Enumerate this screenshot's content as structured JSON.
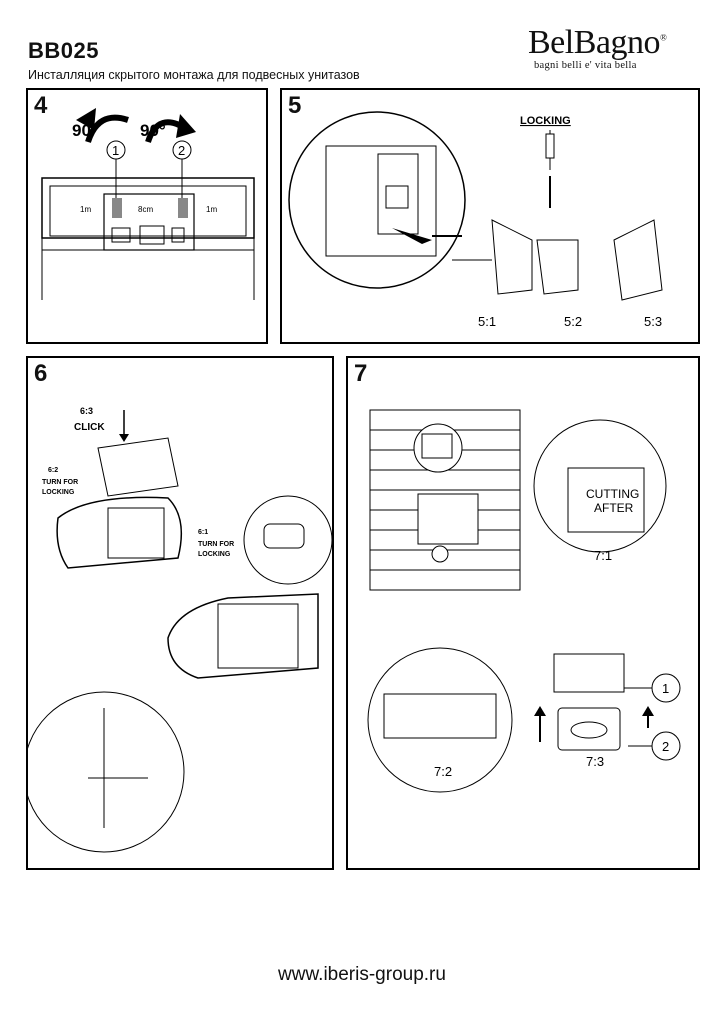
{
  "header": {
    "model": "BB025",
    "subtitle": "Инсталляция скрытого монтажа для подвесных унитазов",
    "brand": "BelBagno",
    "brand_mark": "®",
    "tagline": "bagni belli e' vita bella"
  },
  "panels": [
    {
      "number": "4",
      "labels": {
        "angle_left": "90°",
        "angle_right": "90°",
        "circle_1": "1",
        "circle_2": "2",
        "center_mark": "8cm",
        "side_mark_left": "1m",
        "side_mark_right": "1m"
      }
    },
    {
      "number": "5",
      "labels": {
        "locking": "LOCKING",
        "step_1": "5:1",
        "step_2": "5:2",
        "step_3": "5:3"
      }
    },
    {
      "number": "6",
      "labels": {
        "step_3_num": "6:3",
        "step_3_text": "CLICK",
        "step_2_num": "6:2",
        "step_2_line1": "TURN FOR",
        "step_2_line2": "LOCKING",
        "step_1_num": "6:1",
        "step_1_line1": "TURN FOR",
        "step_1_line2": "LOCKING"
      }
    },
    {
      "number": "7",
      "labels": {
        "cutting_line1": "CUTTING",
        "cutting_line2": "AFTER",
        "step_1": "7:1",
        "step_2": "7:2",
        "step_3": "7:3",
        "circle_1": "1",
        "circle_2": "2"
      }
    }
  ],
  "footer": {
    "website": "www.iberis-group.ru"
  }
}
